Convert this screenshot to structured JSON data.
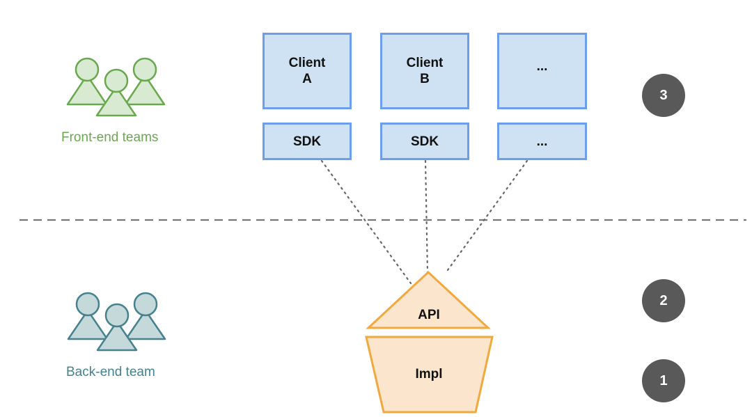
{
  "colors": {
    "client_fill": "#cfe2f3",
    "client_border": "#6d9eeb",
    "api_fill": "#fce5cd",
    "api_border": "#f1a83c",
    "front_team": "#6aa84f",
    "front_team_fill": "#d9ead3",
    "back_team": "#45818e",
    "back_team_fill": "#c5d9da",
    "badge": "#595959"
  },
  "front_end": {
    "label": "Front-end teams",
    "clients": [
      {
        "label": "Client\nA"
      },
      {
        "label": "Client\nB"
      },
      {
        "label": "..."
      }
    ],
    "sdks": [
      {
        "label": "SDK"
      },
      {
        "label": "SDK"
      },
      {
        "label": "..."
      }
    ]
  },
  "back_end": {
    "label": "Back-end team",
    "api_label": "API",
    "impl_label": "Impl"
  },
  "badges": {
    "three": "3",
    "two": "2",
    "one": "1"
  }
}
